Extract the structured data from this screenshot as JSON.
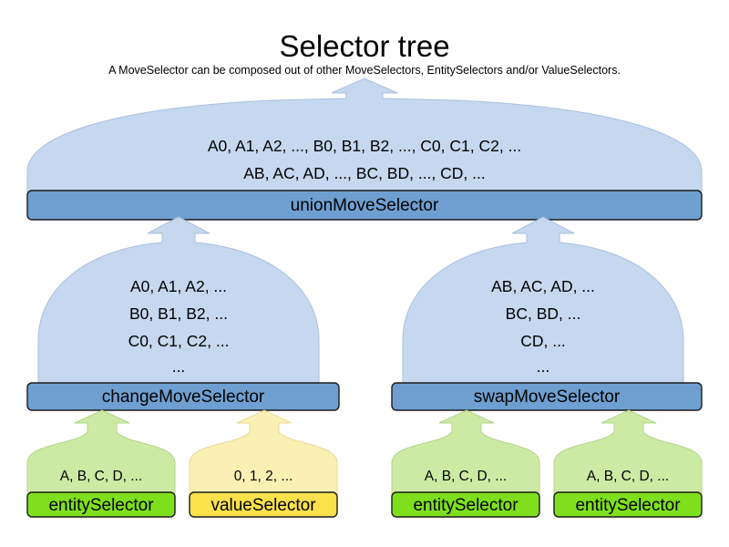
{
  "header": {
    "title": "Selector tree",
    "subtitle": "A MoveSelector can be composed out of other MoveSelectors, EntitySelectors and/or ValueSelectors."
  },
  "colors": {
    "dome_blue_fill": "#c6d8ef",
    "dome_green_fill": "#cdeaa5",
    "dome_yellow_fill": "#fbf0b4",
    "bar_blue_fill": "#6f9fd0",
    "bar_green_fill": "#7ee01d",
    "bar_yellow_fill": "#fbe14b",
    "stroke": "#1b1b1b",
    "background": "#ffffff"
  },
  "nodes": {
    "union": {
      "label": "unionMoveSelector",
      "lines": [
        "A0, A1, A2, ..., B0, B1, B2, ..., C0, C1, C2, ...",
        "AB, AC, AD, ..., BC, BD, ..., CD, ..."
      ]
    },
    "change": {
      "label": "changeMoveSelector",
      "lines": [
        "A0, A1, A2, ...",
        "B0, B1, B2, ...",
        "C0, C1, C2, ...",
        "..."
      ]
    },
    "swap": {
      "label": "swapMoveSelector",
      "lines": [
        "AB, AC, AD, ...",
        "BC, BD, ...",
        "CD, ...",
        "..."
      ]
    },
    "leaf1": {
      "label": "entitySelector",
      "lines": [
        "A, B, C, D, ..."
      ]
    },
    "leaf2": {
      "label": "valueSelector",
      "lines": [
        "0, 1, 2, ..."
      ]
    },
    "leaf3": {
      "label": "entitySelector",
      "lines": [
        "A, B, C, D, ..."
      ]
    },
    "leaf4": {
      "label": "entitySelector",
      "lines": [
        "A, B, C, D, ..."
      ]
    }
  }
}
